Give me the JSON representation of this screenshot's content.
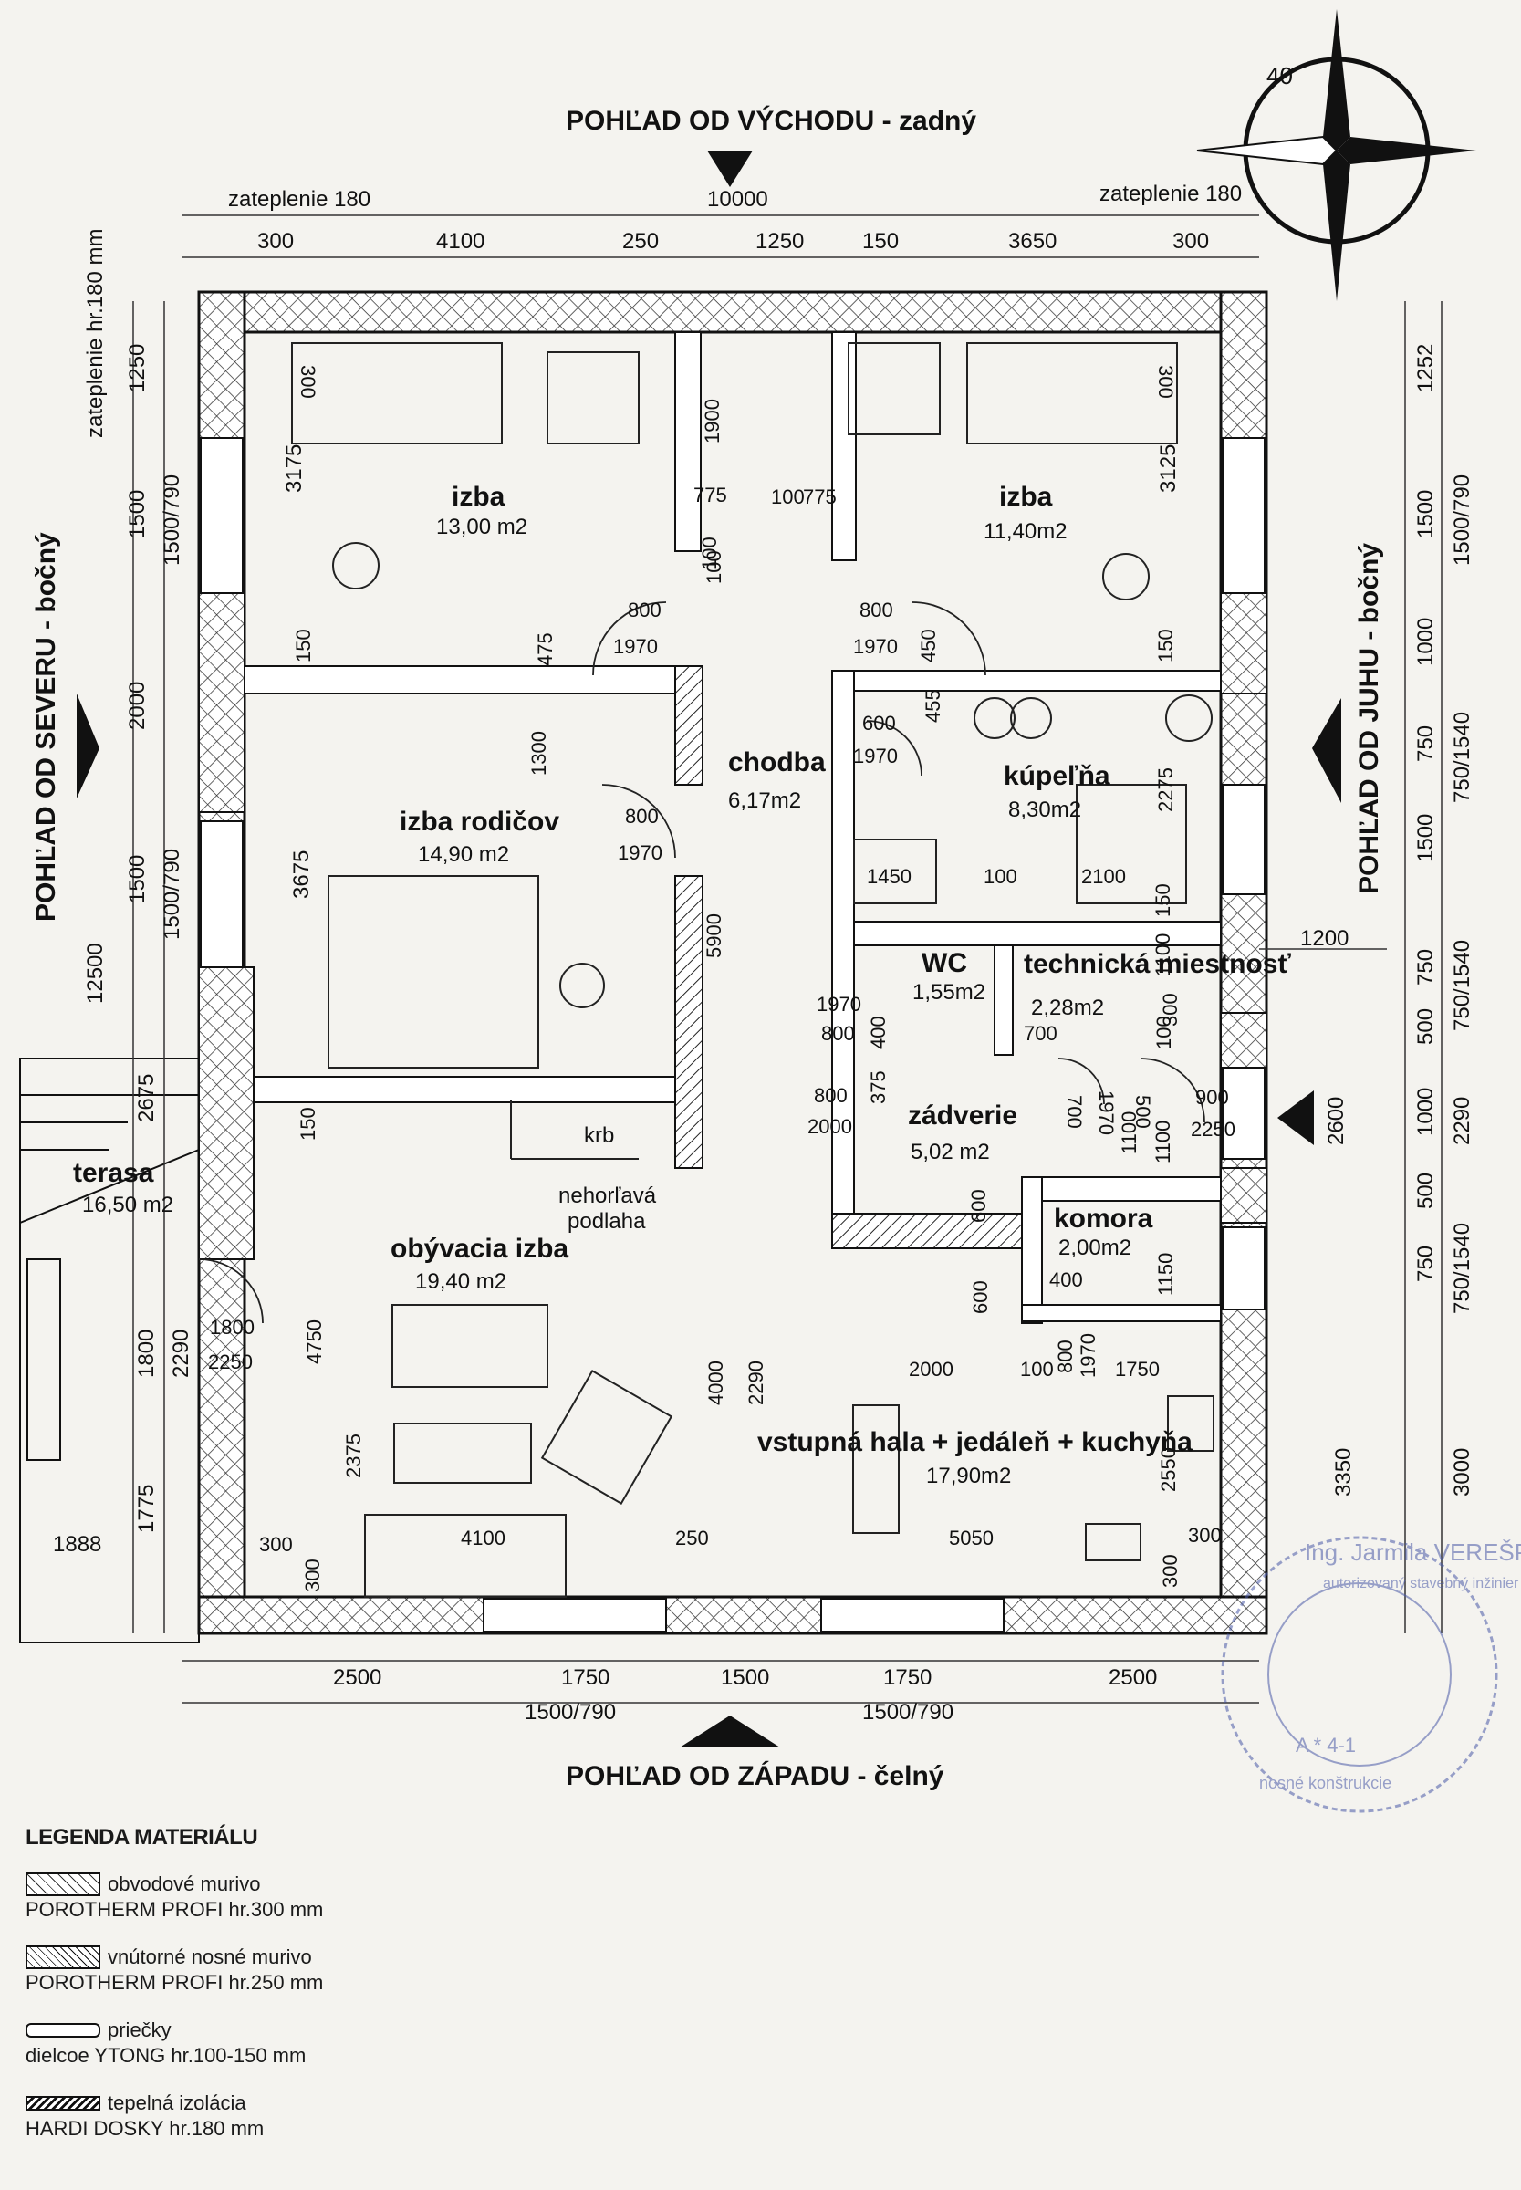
{
  "views": {
    "east": "POHĽAD OD VÝCHODU - zadný",
    "west": "POHĽAD OD ZÁPADU - čelný",
    "north": "POHĽAD OD SEVERU - bočný",
    "south": "POHĽAD OD JUHU - bočný"
  },
  "top_dims": {
    "insul_left": "zateplenie 180",
    "insul_right": "zateplenie 180",
    "total": "10000",
    "segments": [
      "300",
      "4100",
      "250",
      "1250",
      "150",
      "3650",
      "300"
    ]
  },
  "left_dims": {
    "insul": "zateplenie hr.180 mm",
    "total": "12500",
    "segments": [
      "1250",
      "1500",
      "2000",
      "1500",
      "2675",
      "1800",
      "1775"
    ],
    "windows": [
      "1500/790",
      "1500/790"
    ],
    "inner": [
      "3175",
      "3675",
      "2290",
      "1888"
    ]
  },
  "right_dims": {
    "segments": [
      "1252",
      "1500",
      "1000",
      "750",
      "1500",
      "750",
      "500",
      "1000",
      "500",
      "750",
      "3000"
    ],
    "windows": [
      "1500/790",
      "750/1540",
      "750/1540",
      "2290",
      "750/1540"
    ],
    "inner": [
      "3125",
      "1200",
      "2600",
      "3350"
    ]
  },
  "bottom_dims": {
    "segments": [
      "2500",
      "1750",
      "1500",
      "1750",
      "2500"
    ],
    "windows": [
      "1500/790",
      "1500/790"
    ]
  },
  "rooms": [
    {
      "name": "izba",
      "area": "13,00 m2"
    },
    {
      "name": "izba",
      "area": "11,40m2"
    },
    {
      "name": "izba rodičov",
      "area": "14,90 m2"
    },
    {
      "name": "chodba",
      "area": "6,17m2"
    },
    {
      "name": "kúpeľňa",
      "area": "8,30m2"
    },
    {
      "name": "WC",
      "area": "1,55m2"
    },
    {
      "name": "technická miestnosť",
      "area": "2,28m2"
    },
    {
      "name": "zádverie",
      "area": "5,02 m2"
    },
    {
      "name": "komora",
      "area": "2,00m2"
    },
    {
      "name": "obývacia izba",
      "area": "19,40 m2"
    },
    {
      "name": "vstupná hala + jedáleň + kuchyňa",
      "area": "17,90m2"
    },
    {
      "name": "terasa",
      "area": "16,50 m2"
    }
  ],
  "annotations": {
    "krb": "krb",
    "floor1": "nehorľavá",
    "floor2": "podlaha"
  },
  "inner_dims": [
    "800",
    "1970",
    "800",
    "1970",
    "800",
    "1970",
    "600",
    "1970",
    "1900",
    "775",
    "100",
    "775",
    "100",
    "475",
    "1300",
    "5900",
    "150",
    "150",
    "450",
    "455",
    "2275",
    "1450",
    "100",
    "2100",
    "1970",
    "800",
    "400",
    "375",
    "800",
    "2000",
    "700",
    "700",
    "1970",
    "1100",
    "1100",
    "500",
    "900",
    "2250",
    "600",
    "400",
    "1150",
    "600",
    "2000",
    "100",
    "800",
    "1970",
    "1750",
    "4000",
    "2290",
    "2550",
    "300",
    "300",
    "4100",
    "250",
    "5050",
    "300",
    "300",
    "150",
    "1800",
    "2250",
    "4750",
    "2375",
    "300",
    "100",
    "100",
    "150",
    "300",
    "300",
    "1100"
  ],
  "stamp": {
    "name": "Ing. Jarmila VEREŠPEJOVÁ",
    "line2": "autorizovaný stavebný inžinier",
    "line3": "nosné konštrukcie",
    "reg": "A * 4-1"
  },
  "compass_number": "40",
  "legend": {
    "title": "LEGENDA MATERIÁLU",
    "items": [
      {
        "label": "obvodové murivo",
        "sub": "POROTHERM PROFI  hr.300 mm"
      },
      {
        "label": "vnútorné nosné murivo",
        "sub": "POROTHERM PROFI   hr.250 mm"
      },
      {
        "label": "priečky",
        "sub": "dielcoe YTONG hr.100-150 mm"
      },
      {
        "label": "tepelná izolácia",
        "sub": "HARDI DOSKY  hr.180 mm"
      }
    ]
  }
}
